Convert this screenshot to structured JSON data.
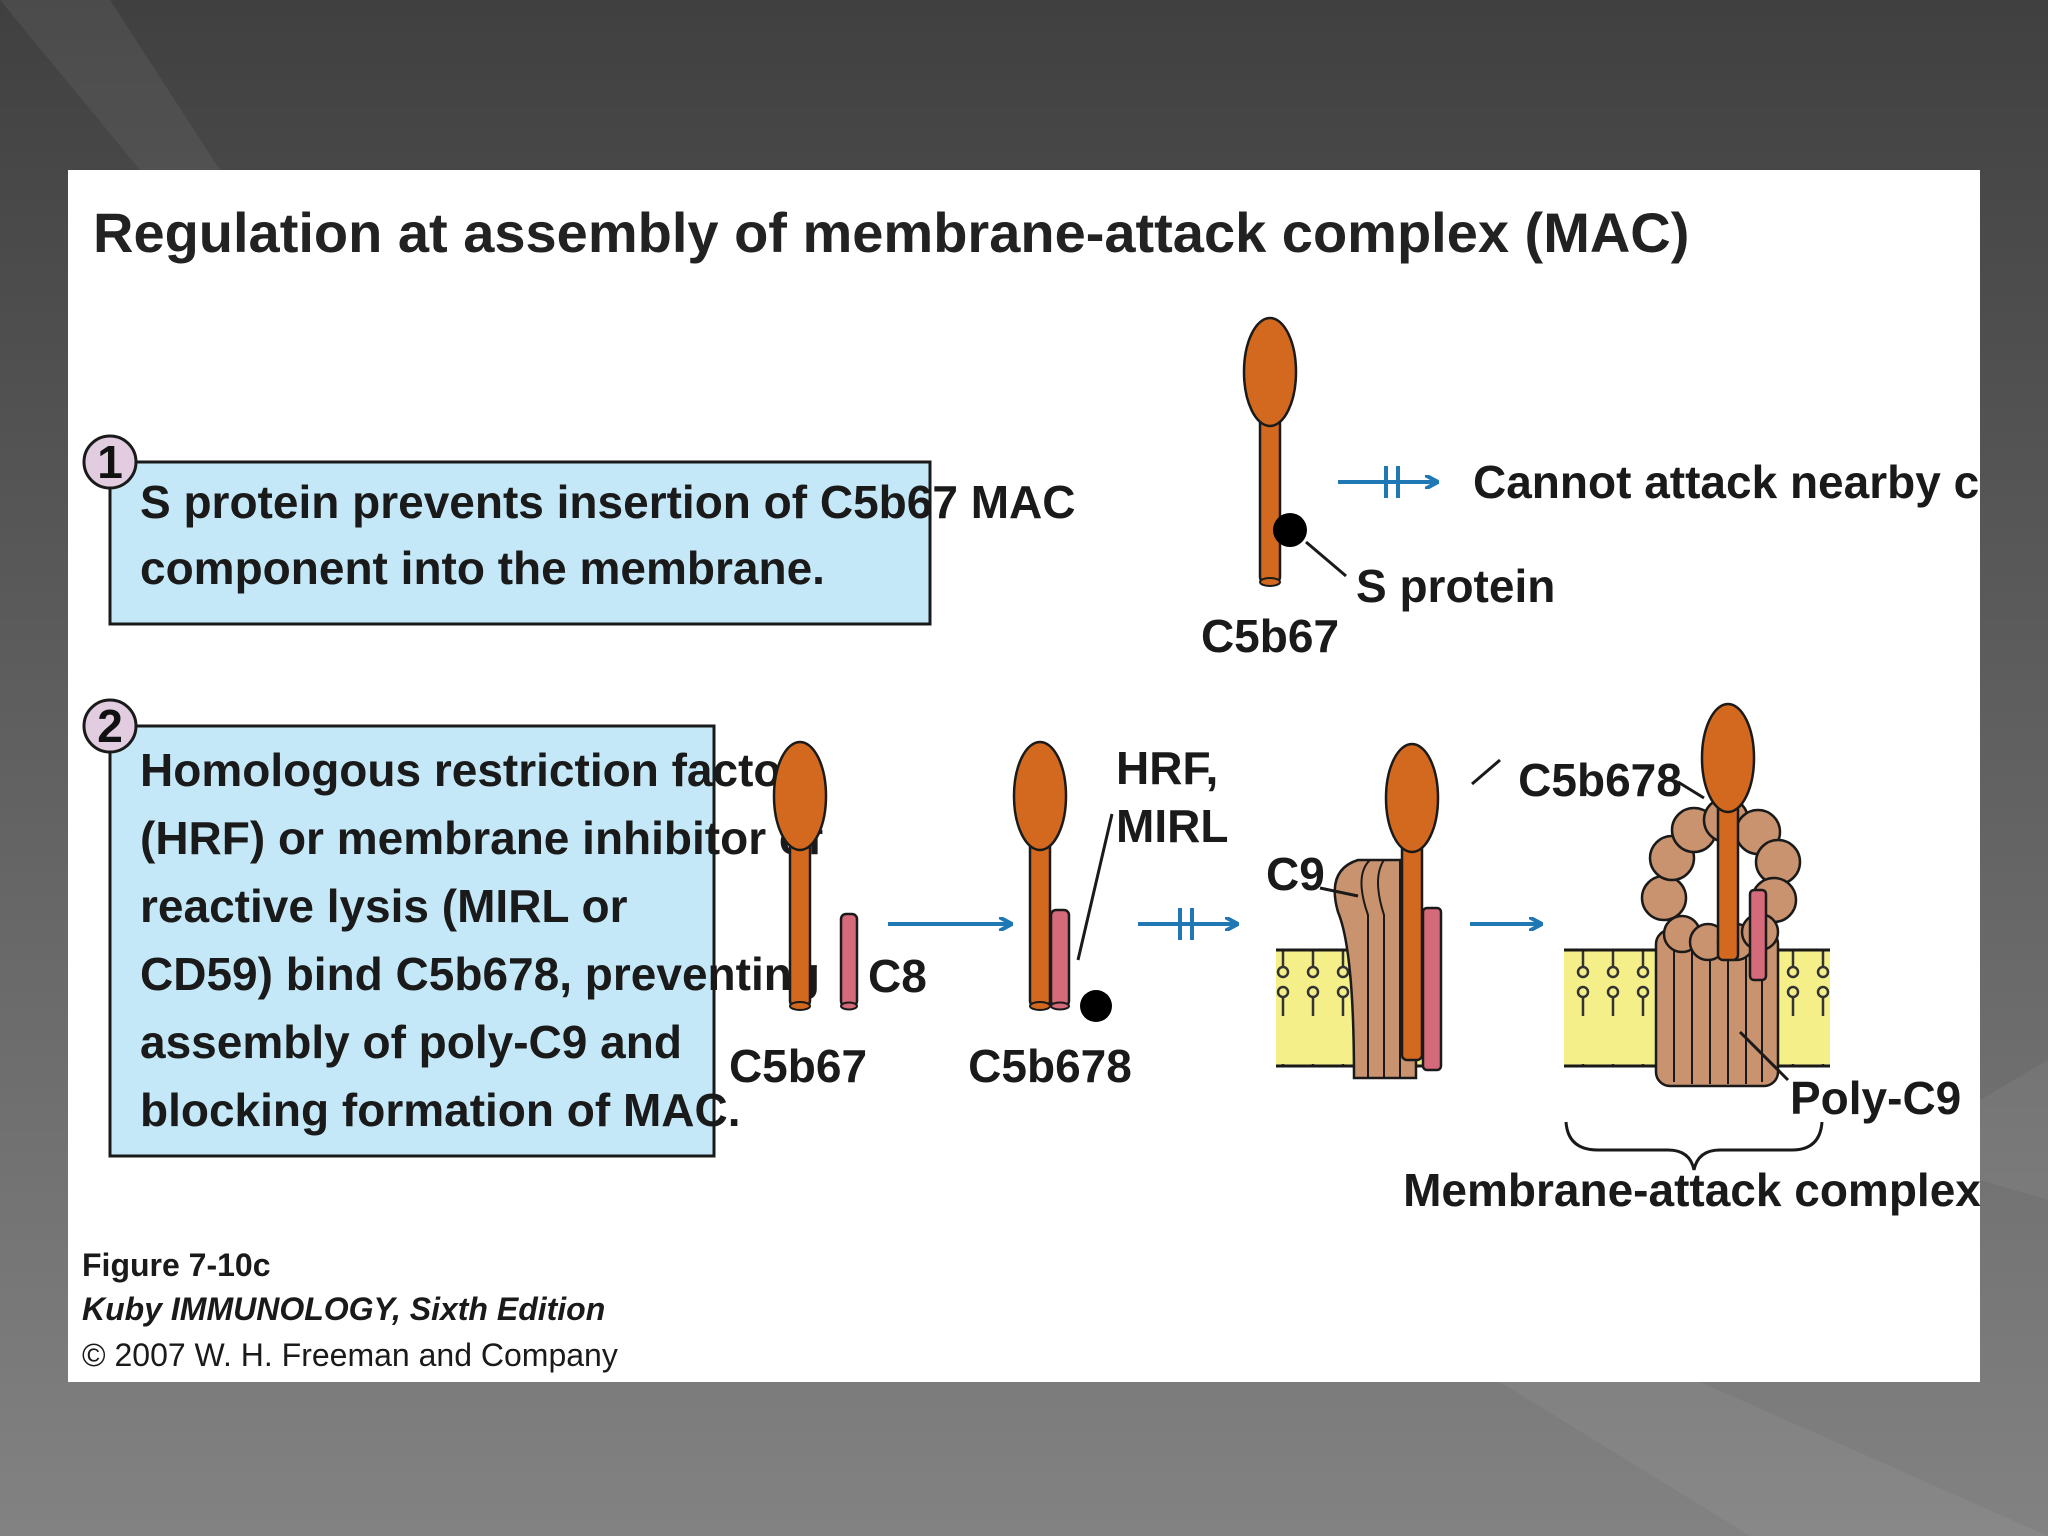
{
  "title": "Regulation at assembly of membrane-attack complex (MAC)",
  "step1": {
    "number": "1",
    "lines": [
      "S protein prevents insertion of C5b67 MAC",
      "component into the membrane."
    ]
  },
  "step2": {
    "number": "2",
    "lines": [
      "Homologous restriction factor",
      "(HRF) or membrane inhibitor of",
      "reactive lysis (MIRL or",
      "CD59) bind C5b678, preventing",
      "assembly of poly-C9 and",
      "blocking formation of MAC."
    ]
  },
  "labels": {
    "c5b67_top": "C5b67",
    "s_protein": "S protein",
    "cannot_attack": "Cannot attack nearby cells",
    "c5b67_bottom": "C5b67",
    "c8": "C8",
    "c5b678_mid": "C5b678",
    "hrf": "HRF,",
    "mirl": "MIRL",
    "c9": "C9",
    "c5b678_top": "C5b678",
    "poly_c9": "Poly-C9",
    "mac": "Membrane-attack complex"
  },
  "credits": {
    "figure": "Figure 7-10c",
    "book": "Kuby IMMUNOLOGY, Sixth Edition",
    "copyright": "© 2007 W. H. Freeman and Company"
  },
  "colors": {
    "box_fill": "#c4e8f8",
    "number_badge": "#e2cce0",
    "protein_orange": "#d2691e",
    "c8_pink": "#d46a7a",
    "membrane_yellow": "#f5ef8a",
    "c9_tan": "#c8936e",
    "arrow_blue": "#1f78b4"
  }
}
